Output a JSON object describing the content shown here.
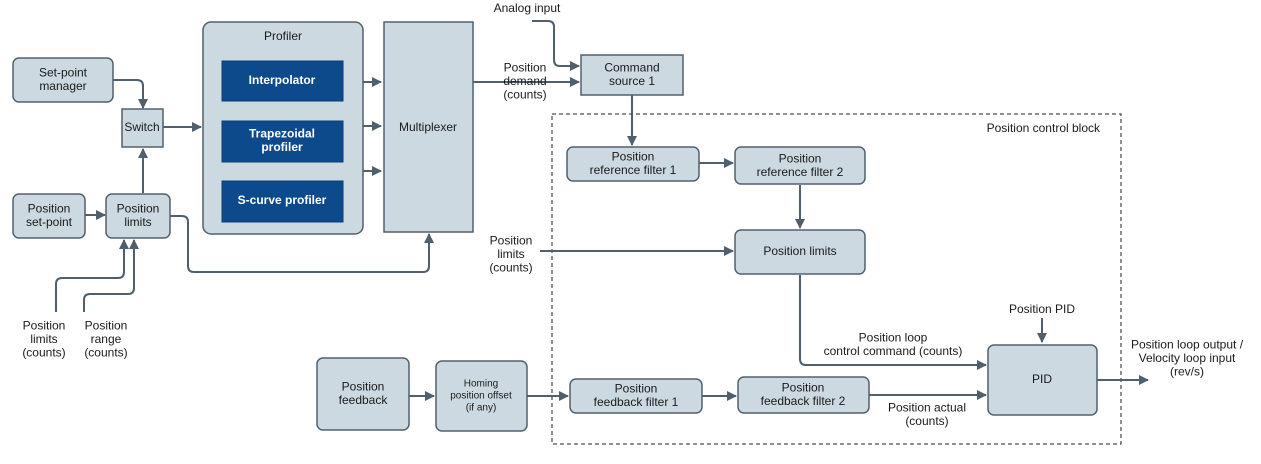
{
  "blocks": {
    "setpoint_manager": [
      "Set-point",
      "manager"
    ],
    "switch": [
      "Switch"
    ],
    "position_setpoint": [
      "Position",
      "set-point"
    ],
    "position_limits_left": [
      "Position",
      "limits"
    ],
    "profiler_title": [
      "Profiler"
    ],
    "interpolator": [
      "Interpolator"
    ],
    "trapezoidal": [
      "Trapezoidal",
      "profiler"
    ],
    "scurve": [
      "S-curve profiler"
    ],
    "multiplexer": [
      "Multiplexer"
    ],
    "command_source": [
      "Command",
      "source 1"
    ],
    "pos_ref_filter1": [
      "Position",
      "reference filter 1"
    ],
    "pos_ref_filter2": [
      "Position",
      "reference filter 2"
    ],
    "position_limits_block": [
      "Position limits"
    ],
    "pid": [
      "PID"
    ],
    "position_feedback": [
      "Position",
      "feedback"
    ],
    "homing_offset": [
      "Homing",
      "position offset",
      "(if any)"
    ],
    "pos_fb_filter1": [
      "Position",
      "feedback filter 1"
    ],
    "pos_fb_filter2": [
      "Position",
      "feedback filter 2"
    ]
  },
  "labels": {
    "analog_input": [
      "Analog input"
    ],
    "position_demand": [
      "Position",
      "demand",
      "(counts)"
    ],
    "position_control_block": [
      "Position control block"
    ],
    "position_limits_input": [
      "Position",
      "limits",
      "(counts)"
    ],
    "position_limits_bottom": [
      "Position",
      "limits",
      "(counts)"
    ],
    "position_range_bottom": [
      "Position",
      "range",
      "(counts)"
    ],
    "position_pid": [
      "Position PID"
    ],
    "control_command": [
      "Position loop",
      "control command (counts)"
    ],
    "position_actual": [
      "Position actual",
      "(counts)"
    ],
    "loop_output": [
      "Position loop output /",
      "Velocity loop input",
      "(rev/s)"
    ]
  },
  "colors": {
    "box_fill": "#ccd9e0",
    "box_stroke": "#50616e",
    "profiler_block_fill": "#0c4a8c",
    "wire": "#4f5f6b"
  }
}
